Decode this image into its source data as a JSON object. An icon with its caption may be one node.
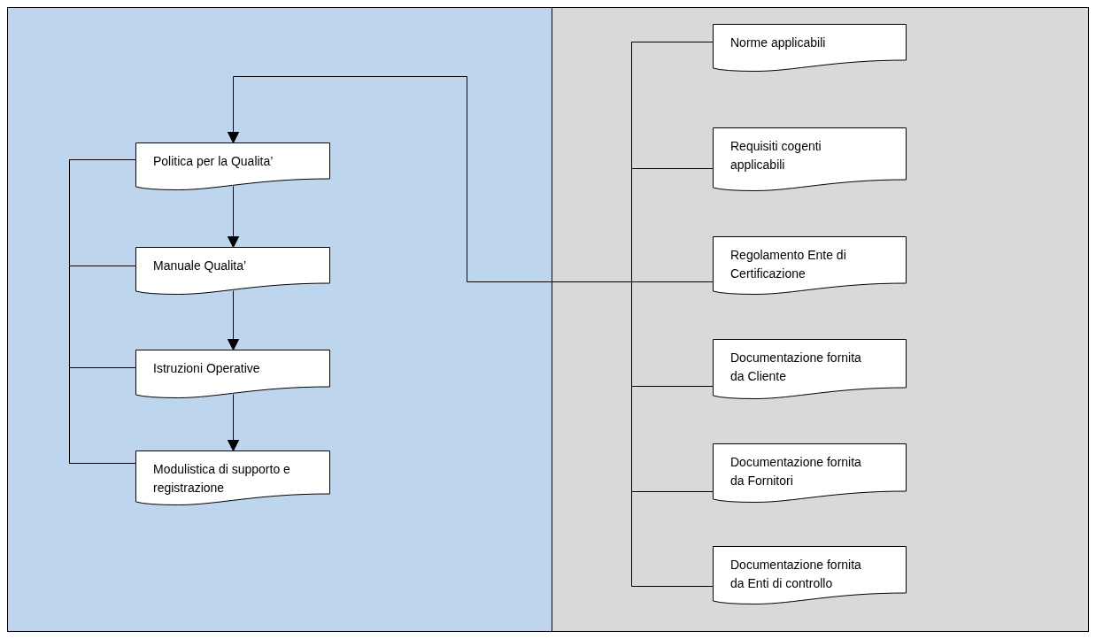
{
  "diagram": {
    "nodes": [
      {
        "text": [
          "Politica per la Qualita’"
        ]
      },
      {
        "text": [
          "Manuale Qualita’"
        ]
      },
      {
        "text": [
          "Istruzioni Operative"
        ]
      },
      {
        "text": [
          "Modulistica di supporto e registrazione"
        ]
      },
      {
        "text": [
          "Norme applicabili"
        ]
      },
      {
        "text": [
          "Requisiti cogenti applicabili"
        ]
      },
      {
        "text": [
          "Regolamento Ente di Certificazione"
        ]
      },
      {
        "text": [
          "Documentazione fornita da Cliente"
        ]
      },
      {
        "text": [
          "Documentazione fornita da Fornitori"
        ]
      },
      {
        "text": [
          "Documentazione fornita da Enti di controllo"
        ]
      }
    ],
    "edges": [
      {
        "from": 0,
        "to": 1,
        "arrow": "to"
      },
      {
        "from": 1,
        "to": 2,
        "arrow": "to"
      },
      {
        "from": 2,
        "to": 3,
        "arrow": "to"
      },
      {
        "from": 0,
        "to": 1,
        "arrow": "none"
      },
      {
        "from": 0,
        "to": 2,
        "arrow": "none"
      },
      {
        "from": 0,
        "to": 3,
        "arrow": "none"
      },
      {
        "from": 4,
        "to": 5,
        "arrow": "none"
      },
      {
        "from": 4,
        "to": 6,
        "arrow": "none"
      },
      {
        "from": 4,
        "to": 7,
        "arrow": "none"
      },
      {
        "from": 4,
        "to": 8,
        "arrow": "none"
      },
      {
        "from": 4,
        "to": 9,
        "arrow": "none"
      },
      {
        "from": 6,
        "to": 0,
        "arrow": "to"
      }
    ]
  }
}
